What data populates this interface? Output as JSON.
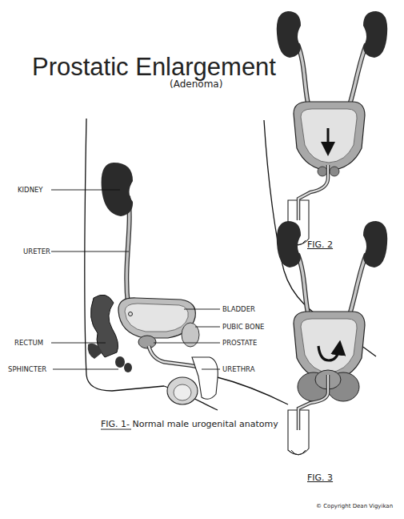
{
  "diagram": {
    "title": "Prostatic Enlargement",
    "labels": [
      "(Adenoma)",
      "KIDNEY",
      "URETER",
      "BLADDER",
      "PUBIC BONE",
      "RECTUM",
      "PROSTATE",
      "SPHINCTER",
      "URETHRA",
      "FIG. 1- Normal male urogenital anatomy",
      "FIG. 2",
      "FIG. 3",
      "© Copyright Dean Vigyikan"
    ]
  }
}
